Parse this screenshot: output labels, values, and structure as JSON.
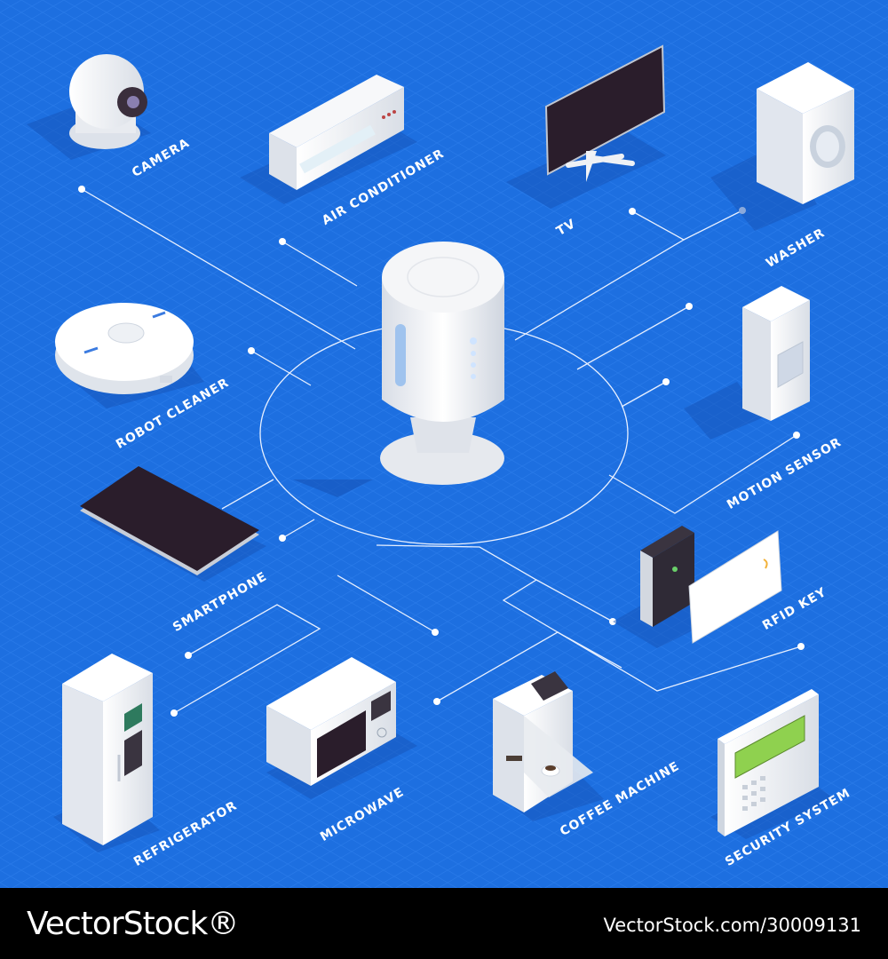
{
  "diagram": {
    "hub": "smart-speaker",
    "devices": [
      {
        "id": "camera",
        "label": "Camera",
        "icon": "camera-icon"
      },
      {
        "id": "air-conditioner",
        "label": "Air Conditioner",
        "icon": "air-conditioner-icon"
      },
      {
        "id": "tv",
        "label": "TV",
        "icon": "tv-icon"
      },
      {
        "id": "washer",
        "label": "Washer",
        "icon": "washer-icon"
      },
      {
        "id": "robot-cleaner",
        "label": "Robot Cleaner",
        "icon": "robot-cleaner-icon"
      },
      {
        "id": "motion-sensor",
        "label": "Motion Sensor",
        "icon": "motion-sensor-icon"
      },
      {
        "id": "smartphone",
        "label": "Smartphone",
        "icon": "smartphone-icon"
      },
      {
        "id": "rfid-key",
        "label": "RFID Key",
        "icon": "rfid-key-icon"
      },
      {
        "id": "refrigerator",
        "label": "Refrigerator",
        "icon": "refrigerator-icon"
      },
      {
        "id": "microwave",
        "label": "Microwave",
        "icon": "microwave-icon"
      },
      {
        "id": "coffee-machine",
        "label": "Coffee Machine",
        "icon": "coffee-machine-icon"
      },
      {
        "id": "security-system",
        "label": "Security System",
        "icon": "security-system-icon"
      }
    ]
  },
  "footer": {
    "brand": "VectorStock®",
    "image_id": "VectorStock.com/30009131"
  },
  "colors": {
    "background": "#1d6fe0",
    "lines": "#e8f0ff",
    "device_body": "#f2f3f5",
    "screen": "#2a1d2b",
    "footer": "#000000"
  }
}
